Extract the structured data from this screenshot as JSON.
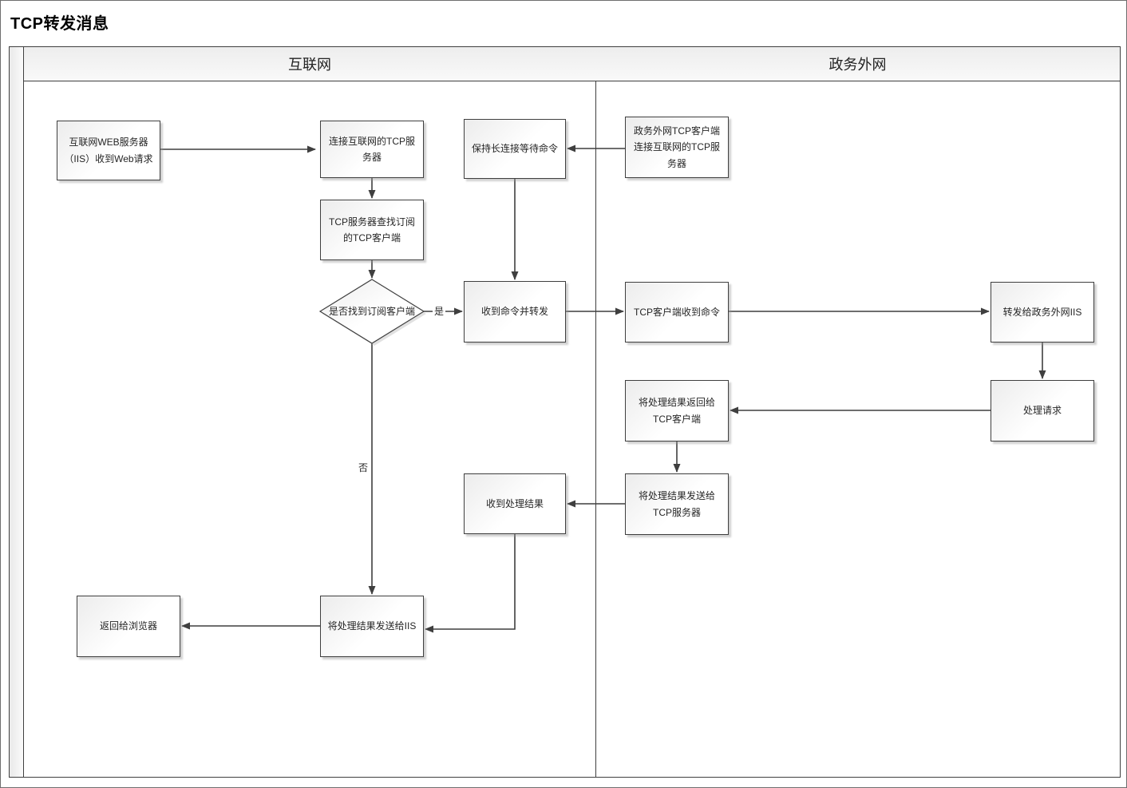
{
  "title": "TCP转发消息",
  "lanes": {
    "left": "互联网",
    "right": "政务外网"
  },
  "nodes": {
    "web_request": {
      "label": "互联网WEB服务器（IIS）收到Web请求"
    },
    "connect_tcp": {
      "label": "连接互联网的TCP服务器"
    },
    "find_client": {
      "label": "TCP服务器查找订阅的TCP客户端"
    },
    "found_decision": {
      "label": "是否找到订阅客户端"
    },
    "keep_alive": {
      "label": "保持长连接等待命令"
    },
    "recv_forward": {
      "label": "收到命令并转发"
    },
    "recv_result": {
      "label": "收到处理结果"
    },
    "send_to_iis": {
      "label": "将处理结果发送给IIS"
    },
    "return_browser": {
      "label": "返回给浏览器"
    },
    "gov_connect": {
      "label": "政务外网TCP客户端连接互联网的TCP服务器"
    },
    "client_recv_cmd": {
      "label": "TCP客户端收到命令"
    },
    "forward_gov_iis": {
      "label": "转发给政务外网IIS"
    },
    "process_request": {
      "label": "处理请求"
    },
    "return_to_client": {
      "label": "将处理结果返回给TCP客户端"
    },
    "send_to_server": {
      "label": "将处理结果发送给TCP服务器"
    }
  },
  "edge_labels": {
    "yes": "是",
    "no": "否"
  },
  "colors": {
    "line": "#3f3f3f",
    "box_border": "#3f3f3f",
    "header_fill": "#ededed",
    "shadow": "#bdbdbd"
  }
}
